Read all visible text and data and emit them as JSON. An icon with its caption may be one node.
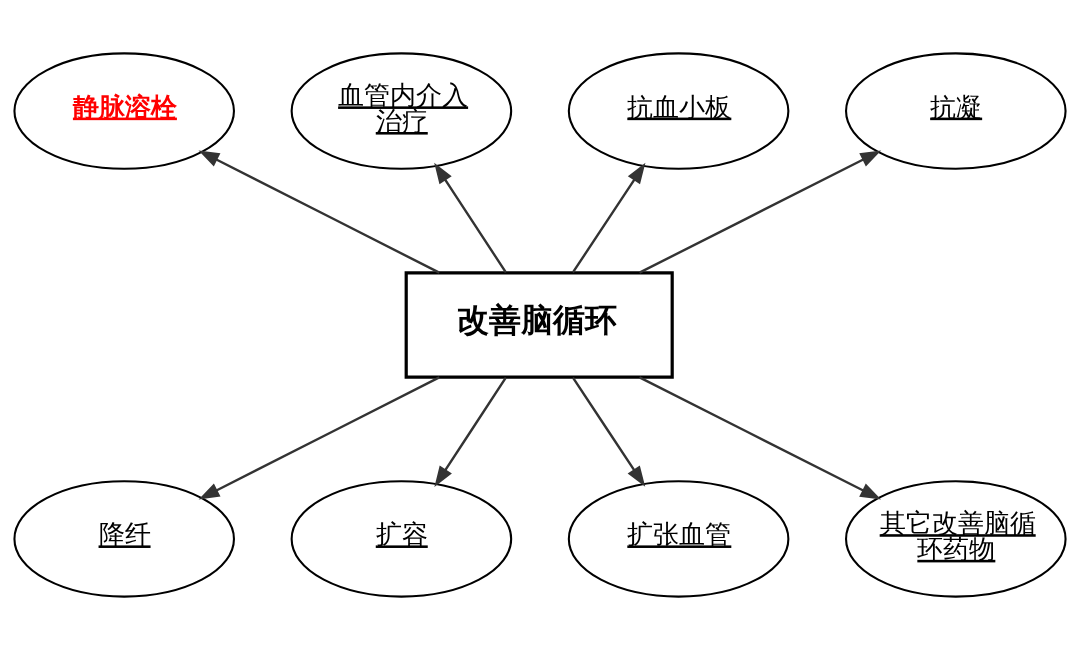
{
  "diagram": {
    "nodes": [
      {
        "text": [
          "改善脑循环"
        ]
      },
      {
        "text": [
          "静脉溶栓"
        ]
      },
      {
        "text": [
          "血管内介入治疗"
        ]
      },
      {
        "text": [
          "抗血小板"
        ]
      },
      {
        "text": [
          "抗凝"
        ]
      },
      {
        "text": [
          "降纤"
        ]
      },
      {
        "text": [
          "扩容"
        ]
      },
      {
        "text": [
          "扩张血管"
        ]
      },
      {
        "text": [
          "其它改善脑循环药物"
        ]
      }
    ],
    "edges": [
      {
        "from": 0,
        "to": 1,
        "arrow": "to"
      },
      {
        "from": 0,
        "to": 2,
        "arrow": "to"
      },
      {
        "from": 0,
        "to": 3,
        "arrow": "to"
      },
      {
        "from": 0,
        "to": 4,
        "arrow": "to"
      },
      {
        "from": 0,
        "to": 5,
        "arrow": "to"
      },
      {
        "from": 0,
        "to": 6,
        "arrow": "to"
      },
      {
        "from": 0,
        "to": 7,
        "arrow": "to"
      },
      {
        "from": 0,
        "to": 8,
        "arrow": "to"
      }
    ]
  }
}
